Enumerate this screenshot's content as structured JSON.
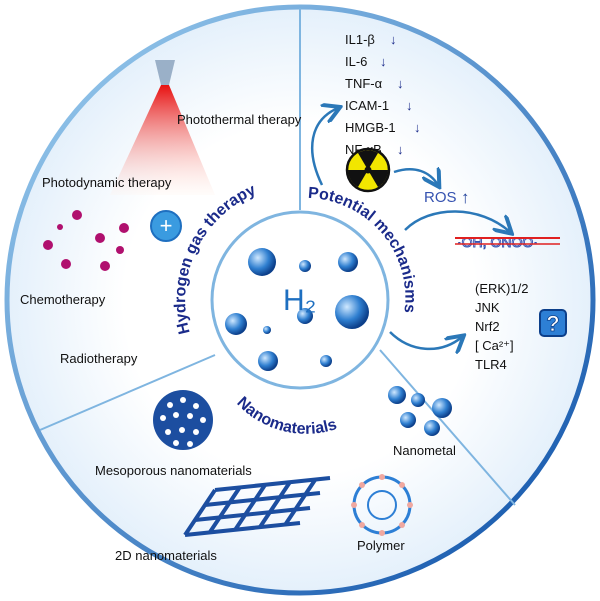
{
  "center": {
    "label": "H₂"
  },
  "sections": {
    "therapy": {
      "title": "Hydrogen gas therapy",
      "items": [
        "Photothermal therapy",
        "Photodynamic therapy",
        "Chemotherapy",
        "Radiotherapy"
      ],
      "combine_symbol": "+"
    },
    "mechanisms": {
      "title": "Potential mechanisms",
      "downregulated": [
        "IL1-β",
        "IL-6",
        "TNF-α",
        "ICAM-1",
        "HMGB-1",
        "NF-κB"
      ],
      "down_arrow": "↓",
      "ros": "ROS",
      "ros_arrow": "↑",
      "radicals": "·OH, ONOO·",
      "pathways": [
        "(ERK)1/2",
        "JNK",
        "Nrf2",
        "[ Ca²⁺]",
        "TLR4"
      ],
      "unknown_symbol": "?"
    },
    "nanomaterials": {
      "title": "Nanomaterials",
      "items": [
        "Mesoporous nanomaterials",
        "Nanometal",
        "2D nanomaterials",
        "Polymer"
      ]
    }
  },
  "colors": {
    "ring": "#1e6fc0",
    "label": "#1a2a8a",
    "arrow": "#2b78b8"
  }
}
